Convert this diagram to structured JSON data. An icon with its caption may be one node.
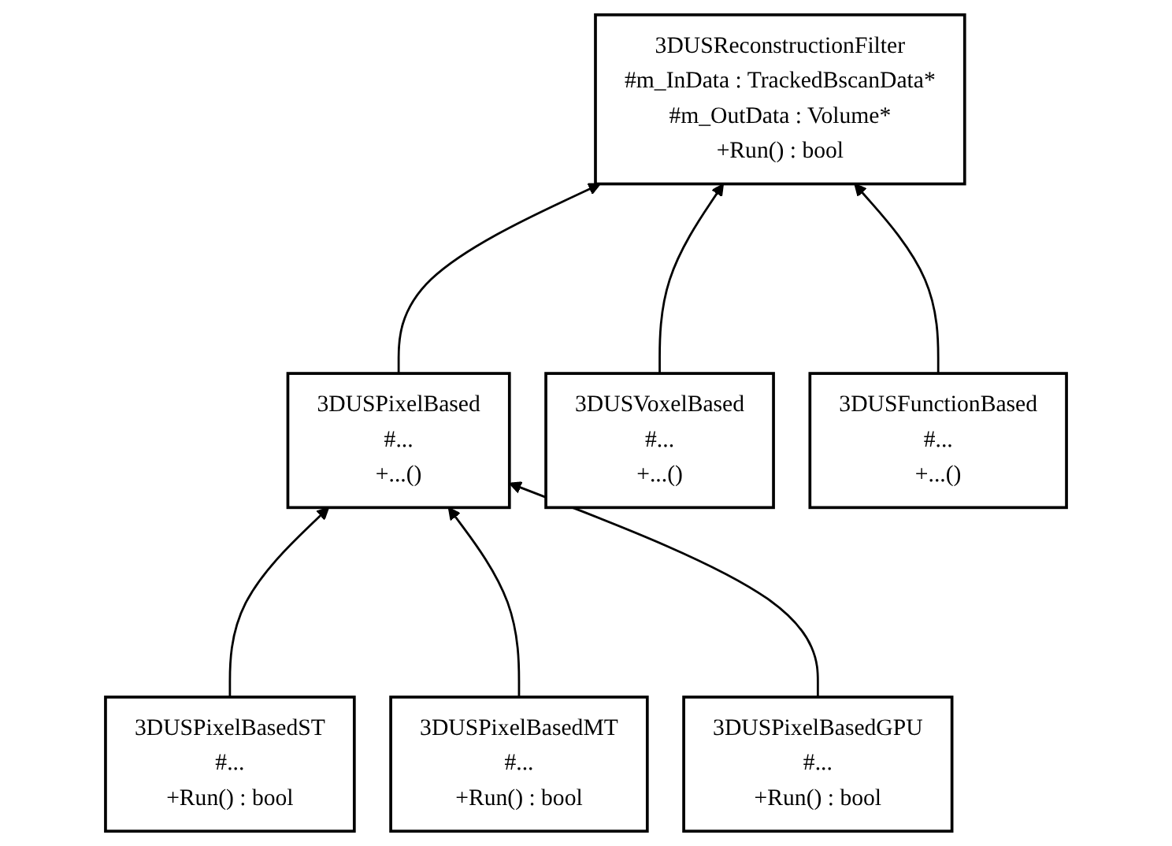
{
  "diagram": {
    "nodes": [
      {
        "text": [
          "3DUSReconstructionFilter",
          "#m_InData : TrackedBscanData*",
          "#m_OutData : Volume*",
          "+Run() : bool"
        ]
      },
      {
        "text": [
          "3DUSPixelBased",
          "#...",
          "+...()"
        ]
      },
      {
        "text": [
          "3DUSVoxelBased",
          "#...",
          "+...()"
        ]
      },
      {
        "text": [
          "3DUSFunctionBased",
          "#...",
          "+...()"
        ]
      },
      {
        "text": [
          "3DUSPixelBasedST",
          "#...",
          "+Run() : bool"
        ]
      },
      {
        "text": [
          "3DUSPixelBasedMT",
          "#...",
          "+Run() : bool"
        ]
      },
      {
        "text": [
          "3DUSPixelBasedGPU",
          "#...",
          "+Run() : bool"
        ]
      }
    ],
    "edges": [
      {
        "from": 1,
        "to": 0,
        "arrow": "to"
      },
      {
        "from": 2,
        "to": 0,
        "arrow": "to"
      },
      {
        "from": 3,
        "to": 0,
        "arrow": "to"
      },
      {
        "from": 4,
        "to": 1,
        "arrow": "to"
      },
      {
        "from": 5,
        "to": 1,
        "arrow": "to"
      },
      {
        "from": 6,
        "to": 1,
        "arrow": "to"
      }
    ]
  }
}
